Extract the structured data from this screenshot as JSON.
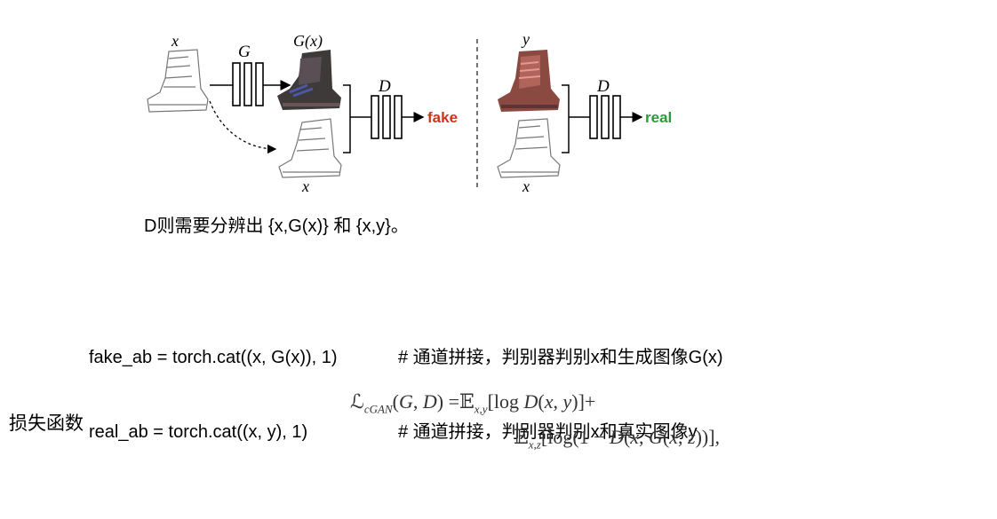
{
  "diagram": {
    "left_panel": {
      "input_label": "x",
      "generator_label": "G",
      "output_label": "G(x)",
      "condition_label": "x",
      "discriminator_label": "D",
      "verdict": "fake"
    },
    "right_panel": {
      "target_label": "y",
      "condition_label": "x",
      "discriminator_label": "D",
      "verdict": "real"
    },
    "colors": {
      "fake": "#d0331c",
      "real": "#2a9a3a",
      "boot_red": "#8a4a42",
      "boot_dark": "#3f3a3a"
    }
  },
  "caption": "D则需要分辨出 {x,G(x)} 和 {x,y}。",
  "code": {
    "lines": [
      {
        "stmt": "fake_ab = torch.cat((x, G(x)), 1)",
        "comment": "# 通道拼接，判别器判别x和生成图像G(x)"
      },
      {
        "stmt": "real_ab = torch.cat((x, y), 1)",
        "comment": "# 通道拼接，判别器判别x和真实图像y"
      }
    ]
  },
  "loss": {
    "label": "损失函数",
    "line1": "ℒ_cGAN(G, D) = E_x,y[log D(x, y)] +",
    "line2": "E_x,z[log(1 − D(x, G(x, z))],"
  }
}
